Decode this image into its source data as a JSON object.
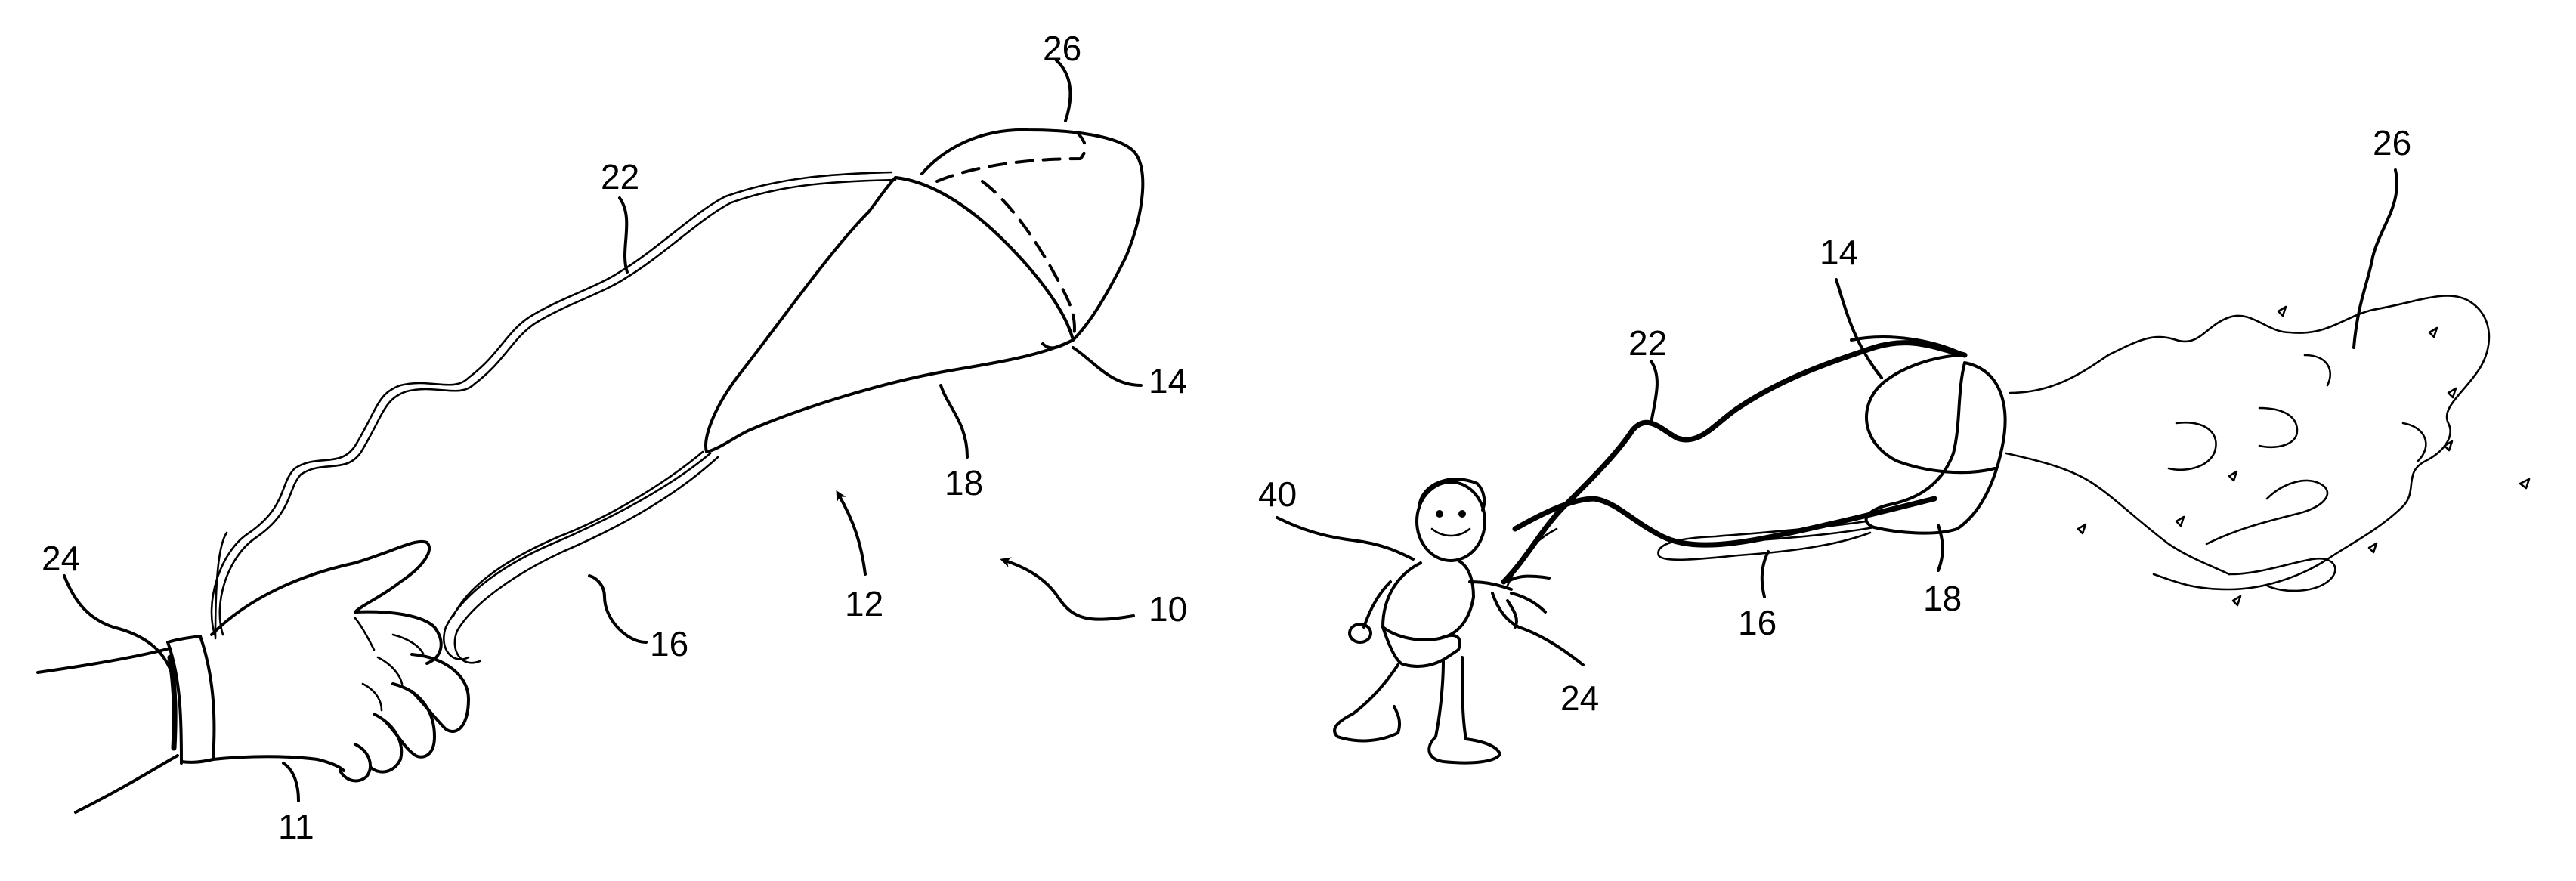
{
  "figure_left": {
    "labels": {
      "l26": "26",
      "l22": "22",
      "l14": "14",
      "l18": "18",
      "l12": "12",
      "l10": "10",
      "l16": "16",
      "l24": "24",
      "l11": "11"
    }
  },
  "figure_right": {
    "labels": {
      "l26": "26",
      "l14": "14",
      "l22": "22",
      "l40": "40",
      "l16": "16",
      "l18": "18",
      "l24": "24"
    }
  },
  "colors": {
    "ink": "#000000",
    "background": "#ffffff"
  }
}
